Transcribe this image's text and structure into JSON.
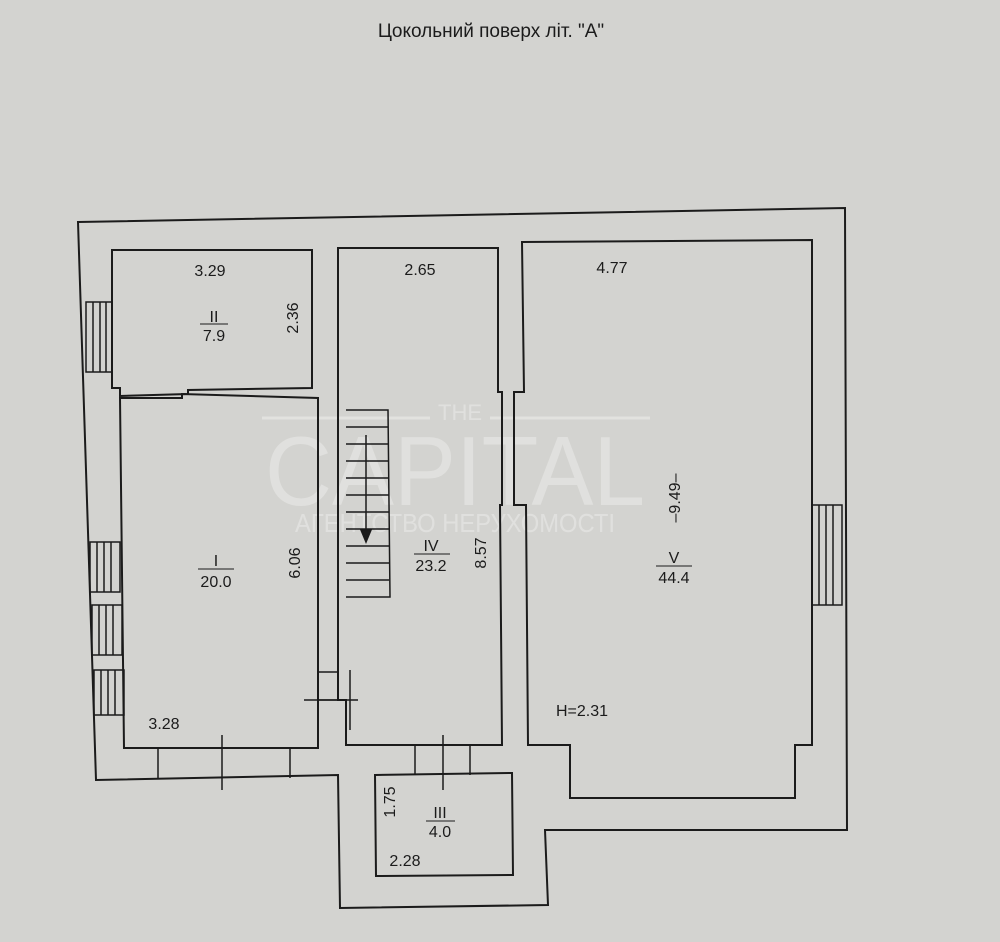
{
  "title": "Цокольний поверх літ. \"А\"",
  "watermark": {
    "top": "THE",
    "main": "CAPITAL",
    "sub": "АГЕНТСТВО НЕРУХОМОСТІ"
  },
  "rooms": [
    {
      "number": "I",
      "area": "20.0",
      "width": "3.28",
      "length": "6.06"
    },
    {
      "number": "II",
      "area": "7.9",
      "width": "3.29",
      "length": "2.36"
    },
    {
      "number": "III",
      "area": "4.0",
      "width": "2.28",
      "length": "1.75"
    },
    {
      "number": "IV",
      "area": "23.2",
      "width": "2.65",
      "length": "8.57"
    },
    {
      "number": "V",
      "area": "44.4",
      "width": "4.77",
      "length": "–9.49–"
    }
  ],
  "height_label": "H=2.31",
  "colors": {
    "paper": "#d3d3d0",
    "ink": "#1b1b1b"
  }
}
